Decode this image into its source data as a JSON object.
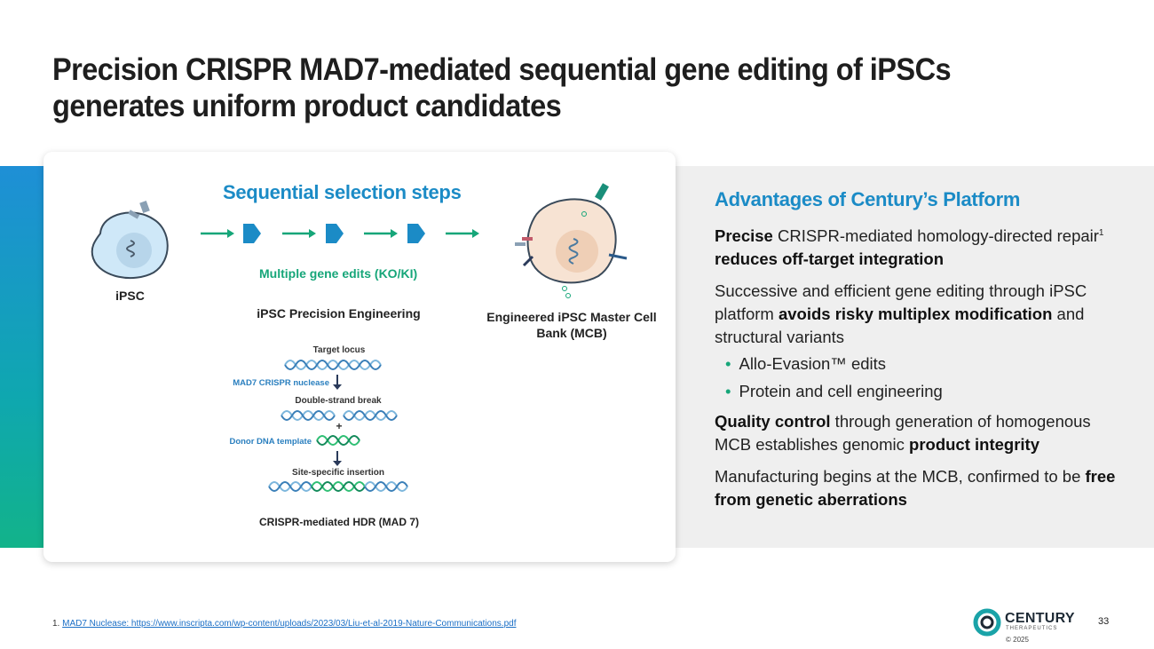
{
  "title": "Precision CRISPR MAD7-mediated sequential gene editing of iPSCs generates uniform product candidates",
  "diagram": {
    "sequential_title": "Sequential selection steps",
    "ipsc_label": "iPSC",
    "multiple_edits_label": "Multiple gene edits (KO/KI)",
    "precision_engineering_label": "iPSC Precision Engineering",
    "mcb_label_line1": "Engineered iPSC Master Cell",
    "mcb_label_line2": "Bank (MCB)",
    "hdr": {
      "target_locus": "Target locus",
      "nuclease": "MAD7 CRISPR nuclease",
      "double_strand_break": "Double-strand break",
      "plus": "+",
      "donor_template": "Donor DNA template",
      "insertion": "Site-specific insertion"
    },
    "hdr_caption": "CRISPR-mediated HDR (MAD 7)"
  },
  "panel": {
    "heading": "Advantages of Century’s Platform",
    "p1_bold1": "Precise",
    "p1_text1": " CRISPR-mediated homology-directed repair",
    "p1_sup": "1",
    "p1_bold2": "reduces off-target integration",
    "p2_text1": "Successive and efficient gene editing through iPSC platform ",
    "p2_bold": "avoids risky multiplex modification",
    "p2_text2": " and structural variants",
    "bullets": [
      "Allo-Evasion™ edits",
      "Protein and cell engineering"
    ],
    "p3_bold1": "Quality control",
    "p3_text1": " through generation of homogenous MCB establishes genomic ",
    "p3_bold2": "product integrity",
    "p4_text": "Manufacturing begins at the MCB, confirmed to be ",
    "p4_bold": "free from genetic aberrations"
  },
  "footnote": {
    "number": "1.",
    "link_text": "MAD7 Nuclease: https://www.inscripta.com/wp-content/uploads/2023/03/Liu-et-al-2019-Nature-Communications.pdf"
  },
  "logo": {
    "name": "CENTURY",
    "sub": "THERAPEUTICS",
    "copyright": "© 2025"
  },
  "page_number": "33",
  "colors": {
    "blue": "#1b8bc6",
    "green": "#16a679",
    "band": "#efefef"
  }
}
